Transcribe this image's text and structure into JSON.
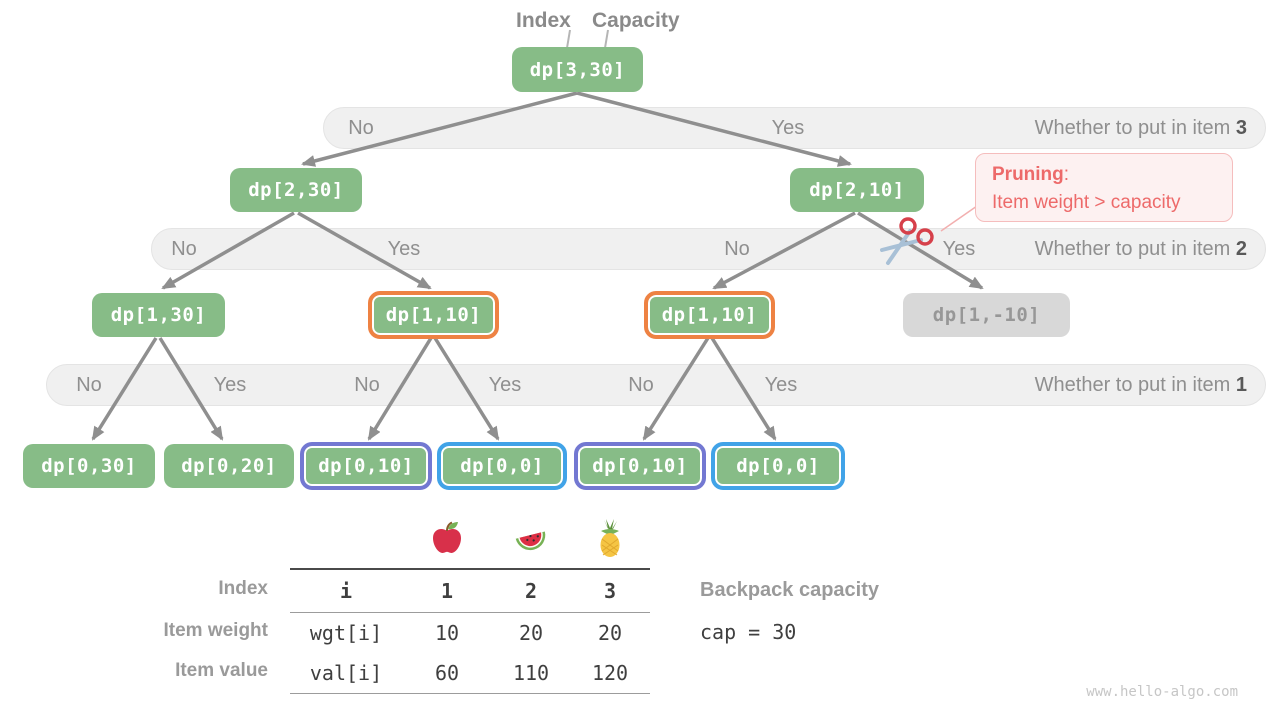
{
  "pointers": {
    "index": "Index",
    "capacity": "Capacity"
  },
  "nodes": [
    "dp[3,30]",
    "dp[2,30]",
    "dp[2,10]",
    "dp[1,30]",
    "dp[1,10]",
    "dp[1,10]",
    "dp[1,-10]",
    "dp[0,30]",
    "dp[0,20]",
    "dp[0,10]",
    "dp[0,0]",
    "dp[0,10]",
    "dp[0,0]"
  ],
  "bands": [
    {
      "text": "Whether to put in item",
      "num": "3"
    },
    {
      "text": "Whether to put in item",
      "num": "2"
    },
    {
      "text": "Whether to put in item",
      "num": "1"
    }
  ],
  "decisions": [
    [
      "No",
      "Yes"
    ],
    [
      "No",
      "Yes",
      "No",
      "Yes"
    ],
    [
      "No",
      "Yes",
      "No",
      "Yes",
      "No",
      "Yes"
    ]
  ],
  "pruning": {
    "title": "Pruning",
    "colon": ":",
    "body": "Item weight > capacity"
  },
  "table": {
    "fruits": [
      "apple",
      "watermelon",
      "pineapple"
    ],
    "row_labels": [
      "Index",
      "Item weight",
      "Item value"
    ],
    "header": [
      "i",
      "1",
      "2",
      "3"
    ],
    "rows": [
      [
        "wgt[i]",
        "10",
        "20",
        "20"
      ],
      [
        "val[i]",
        "60",
        "110",
        "120"
      ]
    ]
  },
  "capacity_info": {
    "title": "Backpack capacity",
    "code": "cap = 30"
  },
  "watermark": "www.hello-algo.com",
  "colors": {
    "node_green": "#87BC87",
    "highlight_orange": "#EE8243",
    "highlight_purple": "#7378D2",
    "highlight_blue": "#41A3E8",
    "pruned_gray": "#D8D8D8",
    "accent_red": "#ED6A6A",
    "arrow_gray": "#8F8F8F"
  }
}
